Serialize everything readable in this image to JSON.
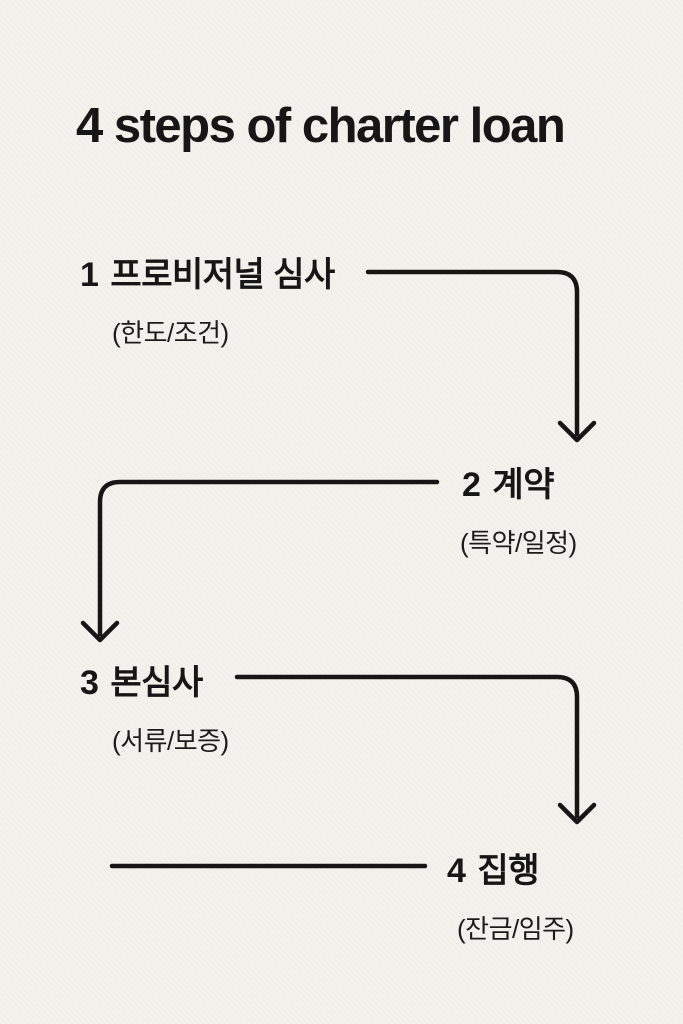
{
  "title": "4 steps of charter loan",
  "diagram_type": "flowchart-zigzag",
  "steps": [
    {
      "number": "1",
      "label": "프로비저널 심사",
      "sub": "(한도/조건)"
    },
    {
      "number": "2",
      "label": "계약",
      "sub": "(특약/일정)"
    },
    {
      "number": "3",
      "label": "본심사",
      "sub": "(서류/보증)"
    },
    {
      "number": "4",
      "label": "집행",
      "sub": "(잔금/임주)"
    }
  ],
  "connectors": [
    {
      "from": "1",
      "to": "2",
      "shape": "right-then-down",
      "arrowhead": true
    },
    {
      "from": "2",
      "to": "3",
      "shape": "left-then-down",
      "arrowhead": true
    },
    {
      "from": "3",
      "to": "4",
      "shape": "right-then-down",
      "arrowhead": true
    },
    {
      "from": "4",
      "to": null,
      "shape": "horizontal-line",
      "arrowhead": false
    }
  ],
  "colors": {
    "background": "#f4f2ec",
    "text": "#161616",
    "line": "#161616"
  }
}
